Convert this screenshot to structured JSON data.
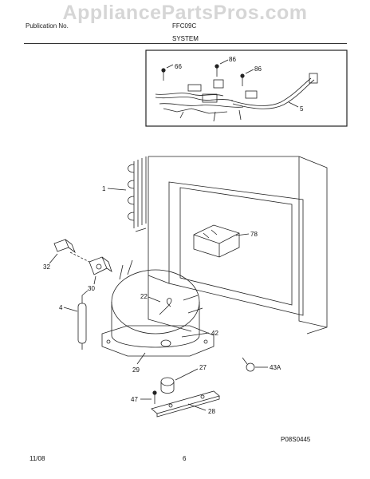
{
  "watermark": "AppliancePartsPros.com",
  "header": {
    "left": "Publication No.",
    "middle": "FFC09C"
  },
  "section_title": "SYSTEM",
  "callouts": {
    "c66": "66",
    "c86a": "86",
    "c86b": "86",
    "c5": "5",
    "c1": "1",
    "c78": "78",
    "c32": "32",
    "c30": "30",
    "c4": "4",
    "c22": "22",
    "c42": "42",
    "c29": "29",
    "c27": "27",
    "c43A": "43A",
    "c47": "47",
    "c28": "28"
  },
  "diagram_code": "P08S0445",
  "footer": {
    "date": "11/08",
    "page": "6"
  },
  "colors": {
    "line": "#222222",
    "watermark": "#d6d6d6"
  }
}
